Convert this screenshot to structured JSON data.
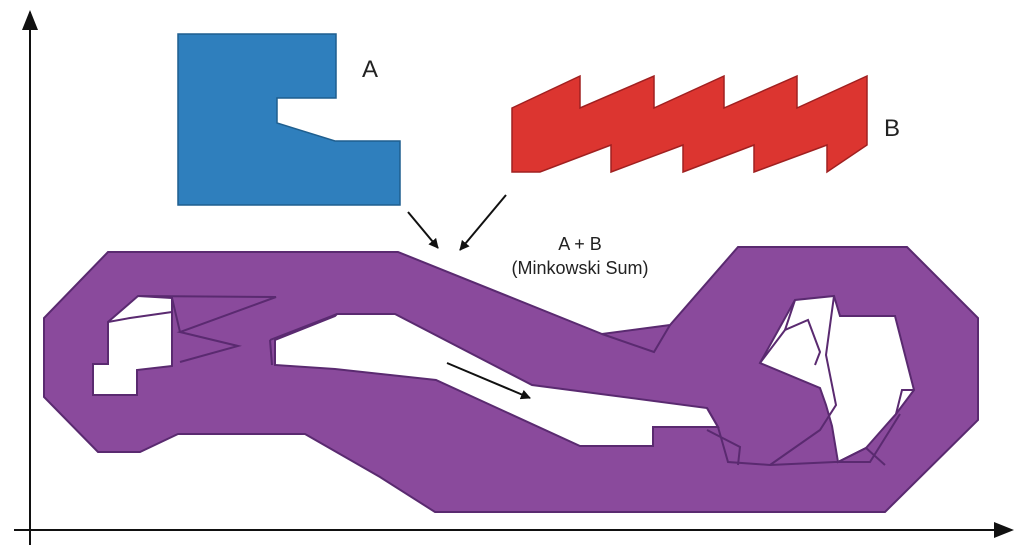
{
  "labels": {
    "shape_a": "A",
    "shape_b": "B",
    "sum_line1": "A + B",
    "sum_line2": "(Minkowski Sum)"
  },
  "colors": {
    "shape_a_fill": "#2f7fbd",
    "shape_b_fill": "#dc3530",
    "sum_fill": "#8a4a9c",
    "sum_stroke": "#5a2a70",
    "axis": "#111111",
    "hole": "#ffffff"
  }
}
